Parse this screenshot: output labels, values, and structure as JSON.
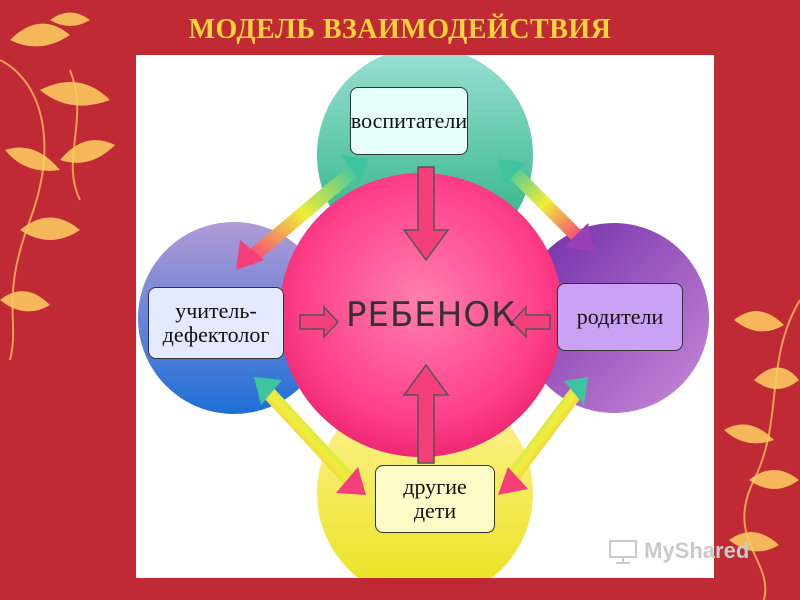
{
  "title": "МОДЕЛЬ ВЗАИМОДЕЙСТВИЯ",
  "center": "РЕБЕНОК",
  "nodes": {
    "top": "воспитатели",
    "left_line1": "учитель-",
    "left_line2": "дефектолог",
    "right": "родители",
    "bottom_line1": "другие",
    "bottom_line2": "дети"
  },
  "watermark": "MyShared",
  "colors": {
    "background": "#bf2a35",
    "title": "#ffd33a",
    "center_circle": "#ff3f8a",
    "top_circle": "#3fc39a",
    "left_circle": "#5a7fd6",
    "right_circle": "#9a3fb8",
    "bottom_circle": "#f0ee3a",
    "arrow": "#f43f7a"
  }
}
